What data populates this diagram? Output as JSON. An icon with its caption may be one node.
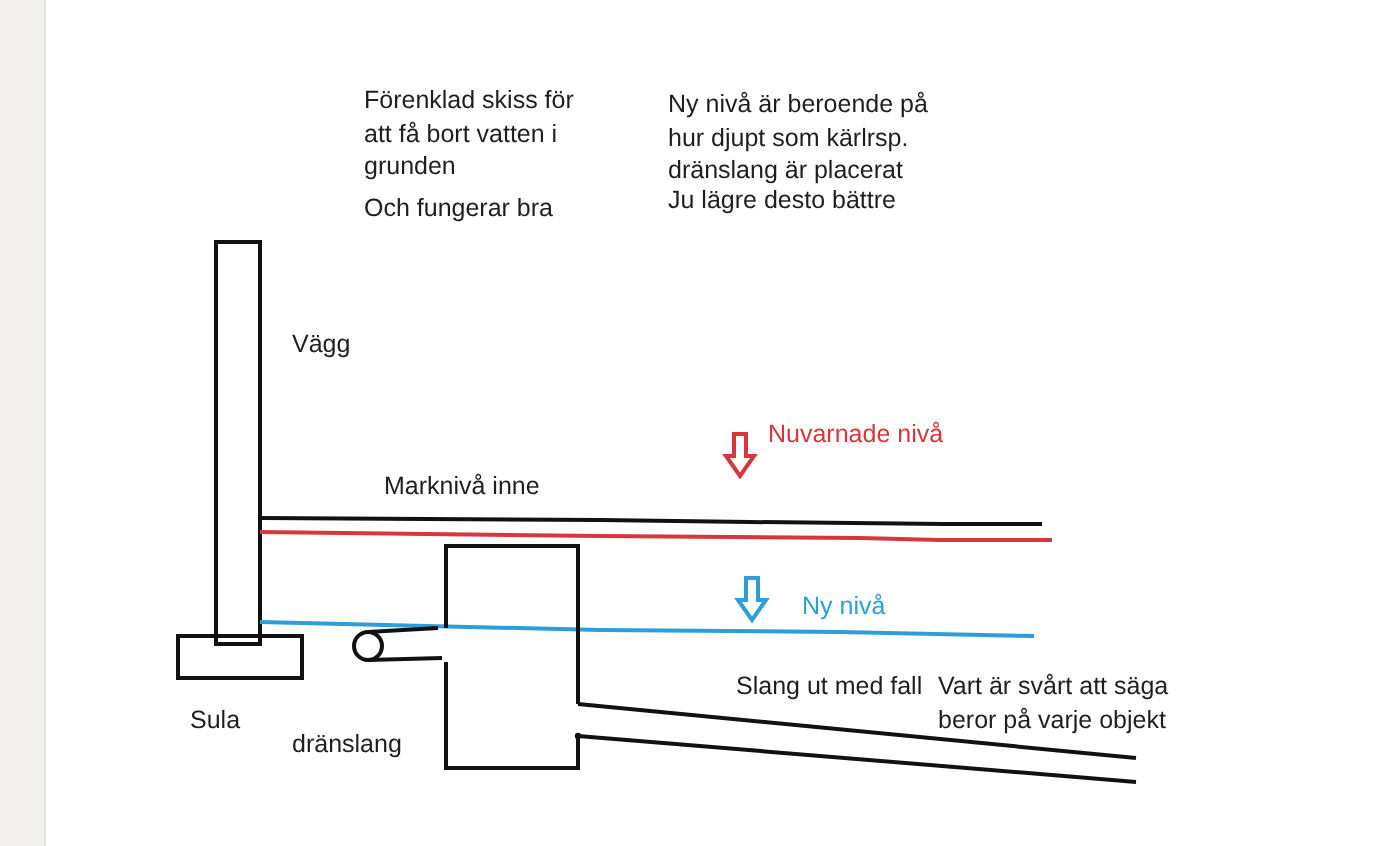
{
  "diagram": {
    "labels": [
      "Förenklad skiss för att få bort vatten i grunden",
      "Ny nivå är beroende på hur djupt som kärlrsp. dränslang är placerat",
      "Och fungerar bra",
      "Ju lägre desto bättre",
      "Vägg",
      "Nuvarnade nivå",
      "Marknivå inne",
      "Ny nivå",
      "Slang ut med fall",
      "Vart är svårt att säga beror på varje objekt",
      "Sula",
      "dränslang"
    ]
  }
}
